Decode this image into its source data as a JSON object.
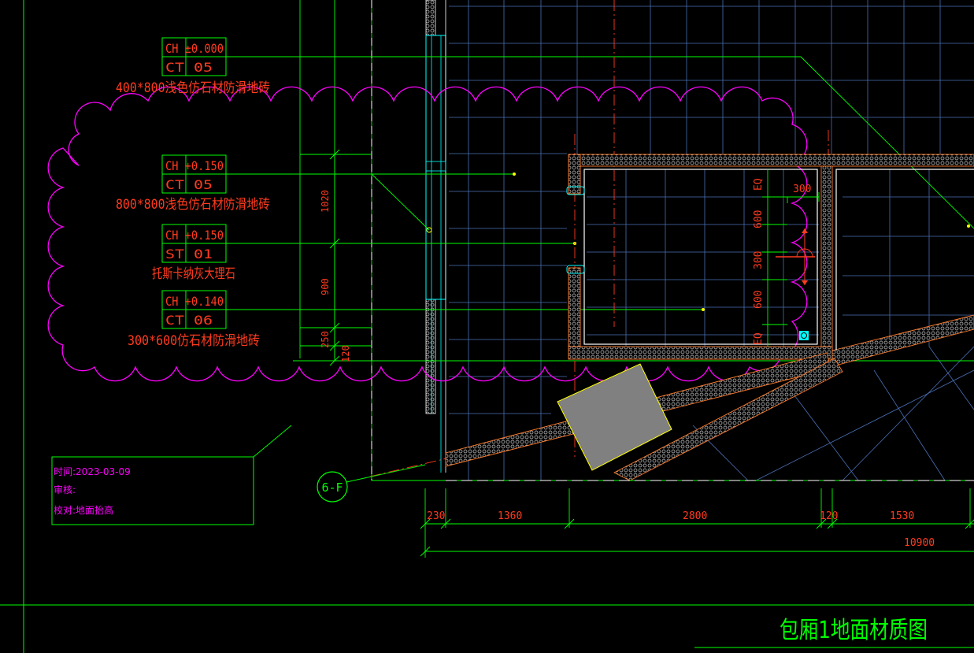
{
  "colors": {
    "background": "#000000",
    "green": "#00ff00",
    "red": "#ff3b1f",
    "magenta": "#ff00ff",
    "yellow": "#ffff00",
    "cyan": "#00ffff",
    "hatch": "#ffffff",
    "grid_blue": "#4a6fb5",
    "tile_fill": "#808080"
  },
  "material_tags": [
    {
      "ch": "CH ±0.000",
      "ct": "CT  05",
      "desc": "400*800浅色仿石材防滑地砖"
    },
    {
      "ch": "CH +0.150",
      "ct": "CT  05",
      "desc": "800*800浅色仿石材防滑地砖"
    },
    {
      "ch": "CH +0.150",
      "ct": "ST  01",
      "desc": "托斯卡纳灰大理石"
    },
    {
      "ch": "CH +0.140",
      "ct": "CT  06",
      "desc": "300*600仿石材防滑地砖"
    }
  ],
  "vertical_dims": [
    "1020",
    "900",
    "250",
    "120"
  ],
  "room_dims": [
    "EQ",
    "600",
    "300",
    "600",
    "EQ"
  ],
  "room_dim_300": "300",
  "bottom_dims": [
    "230",
    "1360",
    "2800",
    "120",
    "1530"
  ],
  "total_dim": "10900",
  "section_marker": "6-F",
  "info_box": {
    "date": "时间:2023-03-09",
    "review": "审核:",
    "check": "校对:地面抬高"
  },
  "drawing_title": "包厢1地面材质图"
}
